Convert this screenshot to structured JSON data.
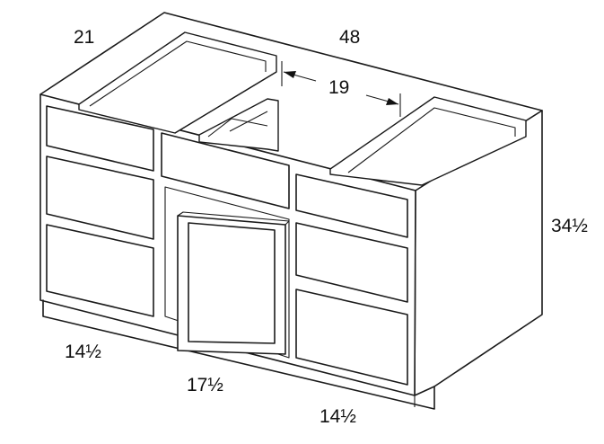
{
  "dimensions": {
    "depth": "21",
    "width": "48",
    "opening": "19",
    "height": "34½",
    "left_drawer_width": "14½",
    "door_width": "17½",
    "right_drawer_width": "14½"
  },
  "colors": {
    "stroke": "#1a1a1a",
    "background": "#ffffff"
  }
}
